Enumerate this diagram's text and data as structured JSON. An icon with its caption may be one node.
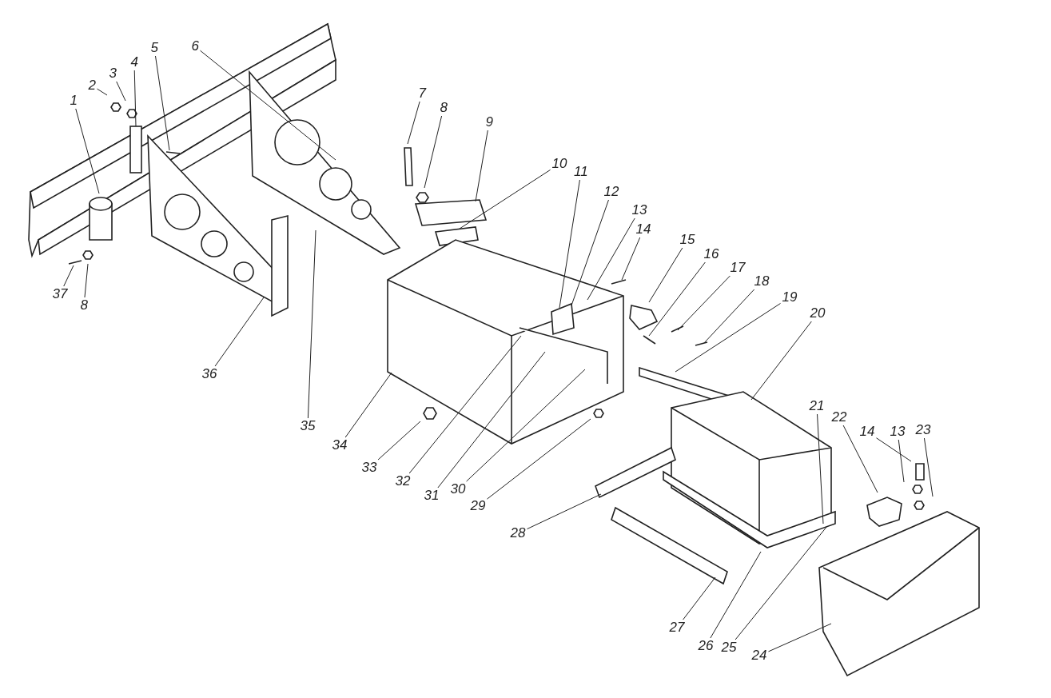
{
  "diagram": {
    "nodes": [
      {
        "text": [
          "1"
        ]
      },
      {
        "text": [
          "2"
        ]
      },
      {
        "text": [
          "3"
        ]
      },
      {
        "text": [
          "4"
        ]
      },
      {
        "text": [
          "5"
        ]
      },
      {
        "text": [
          "6"
        ]
      },
      {
        "text": [
          "7"
        ]
      },
      {
        "text": [
          "8"
        ]
      },
      {
        "text": [
          "9"
        ]
      },
      {
        "text": [
          "10"
        ]
      },
      {
        "text": [
          "11"
        ]
      },
      {
        "text": [
          "12"
        ]
      },
      {
        "text": [
          "13"
        ]
      },
      {
        "text": [
          "14"
        ]
      },
      {
        "text": [
          "15"
        ]
      },
      {
        "text": [
          "16"
        ]
      },
      {
        "text": [
          "17"
        ]
      },
      {
        "text": [
          "18"
        ]
      },
      {
        "text": [
          "19"
        ]
      },
      {
        "text": [
          "20"
        ]
      },
      {
        "text": [
          "21"
        ]
      },
      {
        "text": [
          "22"
        ]
      },
      {
        "text": [
          "14"
        ]
      },
      {
        "text": [
          "13"
        ]
      },
      {
        "text": [
          "23"
        ]
      },
      {
        "text": [
          "24"
        ]
      },
      {
        "text": [
          "25"
        ]
      },
      {
        "text": [
          "26"
        ]
      },
      {
        "text": [
          "27"
        ]
      },
      {
        "text": [
          "28"
        ]
      },
      {
        "text": [
          "29"
        ]
      },
      {
        "text": [
          "30"
        ]
      },
      {
        "text": [
          "31"
        ]
      },
      {
        "text": [
          "32"
        ]
      },
      {
        "text": [
          "33"
        ]
      },
      {
        "text": [
          "34"
        ]
      },
      {
        "text": [
          "35"
        ]
      },
      {
        "text": [
          "36"
        ]
      },
      {
        "text": [
          "37"
        ]
      },
      {
        "text": [
          "8"
        ]
      }
    ],
    "edges": [
      {
        "from": 0,
        "to": null,
        "arrow": "none"
      },
      {
        "from": 1,
        "to": null,
        "arrow": "none"
      },
      {
        "from": 2,
        "to": null,
        "arrow": "none"
      },
      {
        "from": 3,
        "to": null,
        "arrow": "none"
      },
      {
        "from": 4,
        "to": null,
        "arrow": "none"
      },
      {
        "from": 5,
        "to": null,
        "arrow": "none"
      },
      {
        "from": 6,
        "to": null,
        "arrow": "none"
      },
      {
        "from": 7,
        "to": null,
        "arrow": "none"
      },
      {
        "from": 8,
        "to": null,
        "arrow": "none"
      },
      {
        "from": 9,
        "to": null,
        "arrow": "none"
      },
      {
        "from": 10,
        "to": null,
        "arrow": "none"
      },
      {
        "from": 11,
        "to": null,
        "arrow": "none"
      },
      {
        "from": 12,
        "to": null,
        "arrow": "none"
      },
      {
        "from": 13,
        "to": null,
        "arrow": "none"
      },
      {
        "from": 14,
        "to": null,
        "arrow": "none"
      },
      {
        "from": 15,
        "to": null,
        "arrow": "none"
      },
      {
        "from": 16,
        "to": null,
        "arrow": "none"
      },
      {
        "from": 17,
        "to": null,
        "arrow": "none"
      },
      {
        "from": 18,
        "to": null,
        "arrow": "none"
      },
      {
        "from": 19,
        "to": null,
        "arrow": "none"
      },
      {
        "from": 20,
        "to": null,
        "arrow": "none"
      },
      {
        "from": 21,
        "to": null,
        "arrow": "none"
      },
      {
        "from": 22,
        "to": null,
        "arrow": "none"
      },
      {
        "from": 23,
        "to": null,
        "arrow": "none"
      },
      {
        "from": 24,
        "to": null,
        "arrow": "none"
      },
      {
        "from": 25,
        "to": null,
        "arrow": "none"
      },
      {
        "from": 26,
        "to": null,
        "arrow": "none"
      },
      {
        "from": 27,
        "to": null,
        "arrow": "none"
      },
      {
        "from": 28,
        "to": null,
        "arrow": "none"
      },
      {
        "from": 29,
        "to": null,
        "arrow": "none"
      },
      {
        "from": 30,
        "to": null,
        "arrow": "none"
      },
      {
        "from": 31,
        "to": null,
        "arrow": "none"
      },
      {
        "from": 32,
        "to": null,
        "arrow": "none"
      },
      {
        "from": 33,
        "to": null,
        "arrow": "none"
      },
      {
        "from": 34,
        "to": null,
        "arrow": "none"
      },
      {
        "from": 35,
        "to": null,
        "arrow": "none"
      },
      {
        "from": 36,
        "to": null,
        "arrow": "none"
      },
      {
        "from": 37,
        "to": null,
        "arrow": "none"
      },
      {
        "from": 38,
        "to": null,
        "arrow": "none"
      },
      {
        "from": 39,
        "to": null,
        "arrow": "none"
      }
    ]
  }
}
